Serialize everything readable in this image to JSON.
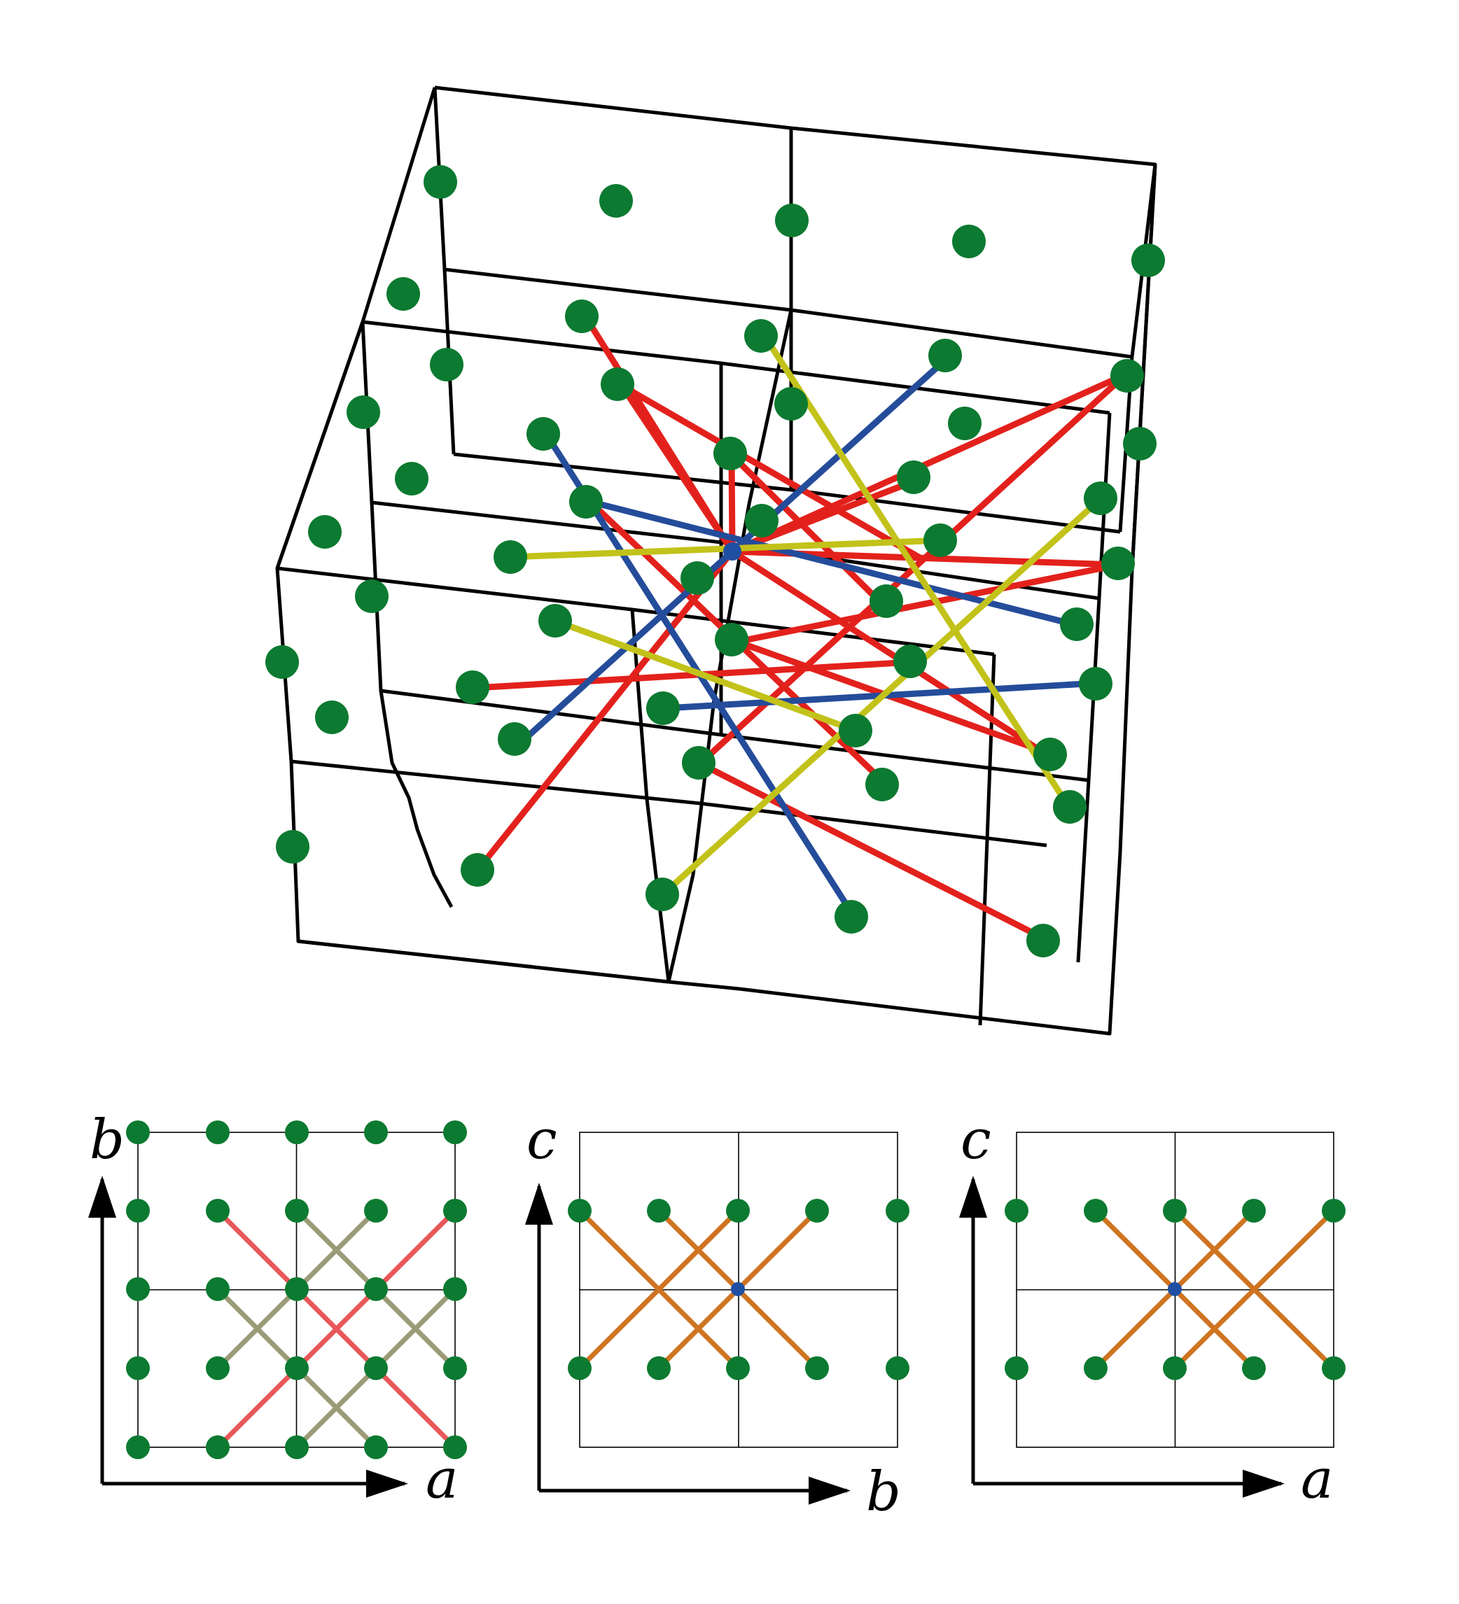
{
  "colors": {
    "atom": "#0c7a30",
    "center_atom": "#1f4fa3",
    "bond_red": "#e3211c",
    "bond_blue": "#244c9a",
    "bond_yellow": "#c2c21a",
    "proj_red": "#e8585a",
    "proj_olive": "#9b9b78",
    "proj_orange": "#cf7421",
    "frame": "#000000"
  },
  "panels": {
    "ab": {
      "y_label": "b",
      "x_label": "a"
    },
    "bc": {
      "y_label": "c",
      "x_label": "b"
    },
    "ac": {
      "y_label": "c",
      "x_label": "a"
    }
  },
  "icons": [
    "arrow-head-icon"
  ]
}
